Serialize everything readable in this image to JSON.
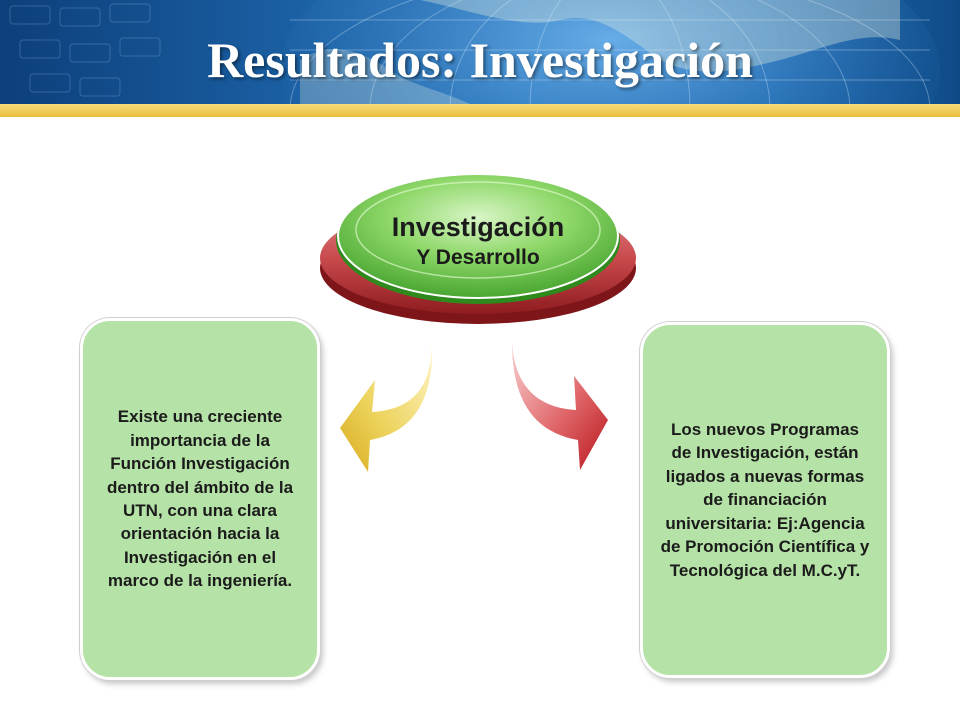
{
  "header": {
    "title": "Resultados: Investigación"
  },
  "center_node": {
    "title": "Investigación",
    "subtitle": "Y Desarrollo"
  },
  "left_box": {
    "text": "Existe una creciente importancia de la Función Investigación dentro del ámbito de la UTN, con una clara orientación hacia la Investigación en el marco de la ingeniería."
  },
  "right_box": {
    "text": "Los nuevos Programas de Investigación, están ligados a nuevas formas de financiación universitaria: Ej:Agencia de Promoción Científica y Tecnológica del M.C.yT."
  },
  "colors": {
    "header_blue": "#1a5fa3",
    "gold_bar": "#e8bd3c",
    "box_green": "#b5e2a6",
    "ellipse_green": "#5cbf3f",
    "ellipse_red": "#c94a4d",
    "arrow_yellow": "#e5c23a",
    "arrow_red": "#c42a2f"
  },
  "icons": {
    "left_arrow": "curved-arrow-down-left-icon",
    "right_arrow": "curved-arrow-down-right-icon"
  }
}
